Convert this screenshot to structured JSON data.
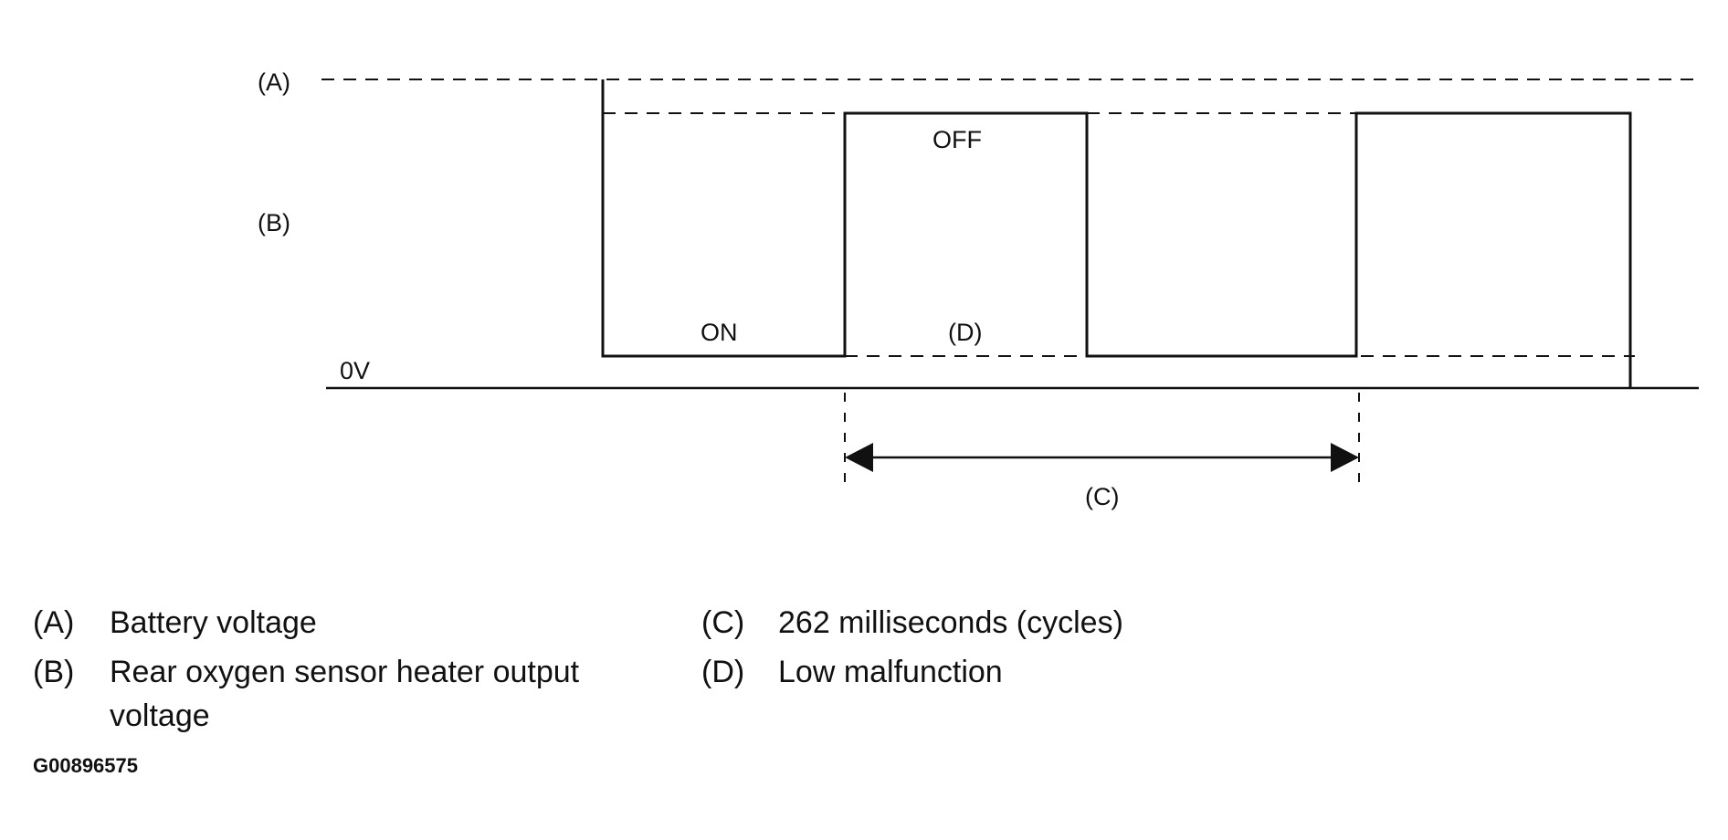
{
  "diagram": {
    "labels": {
      "level_a": "(A)",
      "level_b": "(B)",
      "zero_volt": "0V",
      "state_off": "OFF",
      "state_on": "ON",
      "low_malfunction_marker": "(D)",
      "cycle_marker": "(C)"
    }
  },
  "legend": {
    "items": [
      {
        "key": "(A)",
        "text": "Battery voltage"
      },
      {
        "key": "(B)",
        "text": "Rear oxygen sensor heater output voltage"
      },
      {
        "key": "(C)",
        "text": "262 milliseconds (cycles)"
      },
      {
        "key": "(D)",
        "text": "Low malfunction"
      }
    ]
  },
  "figure_id": "G00896575"
}
